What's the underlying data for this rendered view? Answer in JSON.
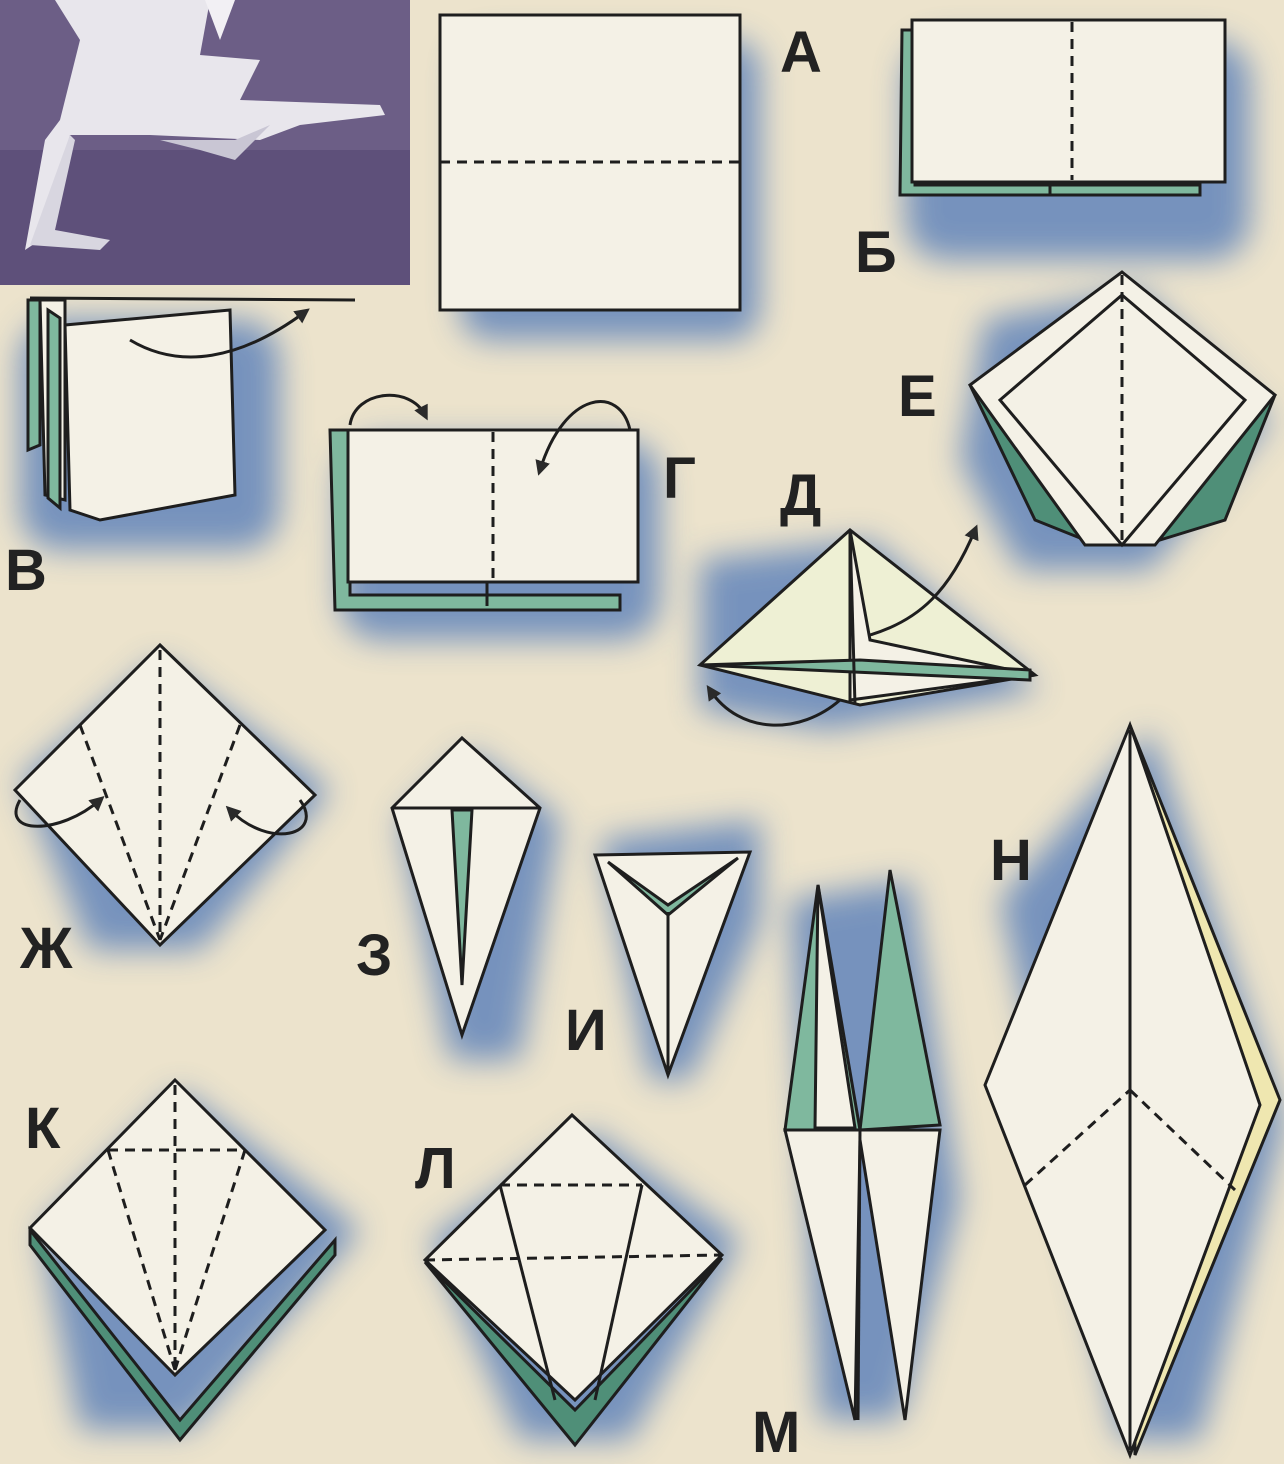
{
  "colors": {
    "paper_bg": "#ece3cc",
    "paper_white": "#f4f1e6",
    "paper_green": "#7fb89e",
    "paper_green_dark": "#4f8f78",
    "shadow_blue": "#4f78b8",
    "photo_purple": "#6c5e86",
    "ink": "#1e1e1e"
  },
  "photo": {
    "subject": "folded paper crane",
    "icon": "origami-photo"
  },
  "steps": [
    {
      "id": "a",
      "label": "А"
    },
    {
      "id": "b",
      "label": "Б"
    },
    {
      "id": "v",
      "label": "В"
    },
    {
      "id": "g",
      "label": "Г"
    },
    {
      "id": "d",
      "label": "Д"
    },
    {
      "id": "e",
      "label": "Е"
    },
    {
      "id": "zh",
      "label": "Ж"
    },
    {
      "id": "z",
      "label": "З"
    },
    {
      "id": "i",
      "label": "И"
    },
    {
      "id": "k",
      "label": "К"
    },
    {
      "id": "l",
      "label": "Л"
    },
    {
      "id": "m",
      "label": "М"
    },
    {
      "id": "n",
      "label": "Н"
    }
  ]
}
